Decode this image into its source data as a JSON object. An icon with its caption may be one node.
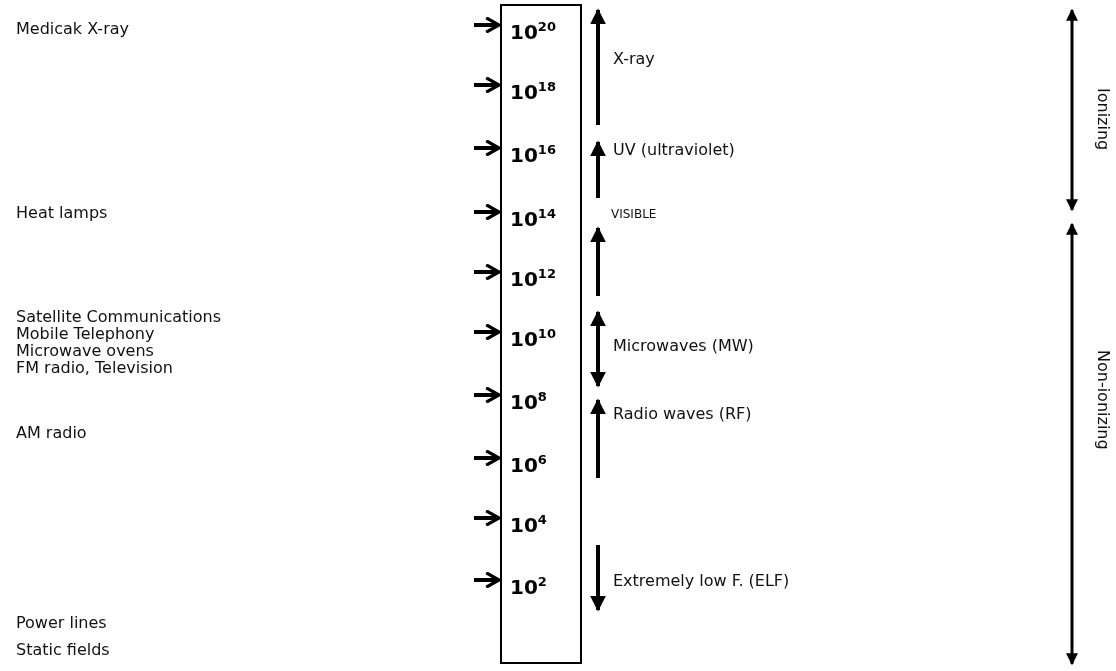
{
  "diagram": {
    "nodes": [
      {
        "text": [],
        "shape": "box"
      },
      {
        "text": [
          "10$^{20}$"
        ],
        "in": 0
      },
      {
        "text": [
          "10$^{18}$"
        ],
        "in": 0
      },
      {
        "text": [
          "10$^{16}$"
        ],
        "in": 0
      },
      {
        "text": [
          "10$^{14}$"
        ],
        "in": 0
      },
      {
        "text": [
          "10$^{12}$"
        ],
        "in": 0
      },
      {
        "text": [
          "10$^{10}$"
        ],
        "in": 0
      },
      {
        "text": [
          "10$^{8}$"
        ],
        "in": 0
      },
      {
        "text": [
          "10$^{6}$"
        ],
        "in": 0
      },
      {
        "text": [
          "10$^{4}$"
        ],
        "in": 0
      },
      {
        "text": [
          "10$^{2}$"
        ],
        "in": 0
      }
    ],
    "edges": [
      {
        "from": null,
        "to": 1,
        "arrow": "to"
      },
      {
        "from": null,
        "to": 2,
        "arrow": "to"
      },
      {
        "from": null,
        "to": 3,
        "arrow": "to"
      },
      {
        "from": null,
        "to": 4,
        "arrow": "to"
      },
      {
        "from": null,
        "to": 5,
        "arrow": "to"
      },
      {
        "from": null,
        "to": 6,
        "arrow": "to"
      },
      {
        "from": null,
        "to": 7,
        "arrow": "to"
      },
      {
        "from": null,
        "to": 8,
        "arrow": "to"
      },
      {
        "from": null,
        "to": 9,
        "arrow": "to"
      },
      {
        "from": null,
        "to": 10,
        "arrow": "to"
      }
    ],
    "labels": [
      "Medicak X-ray",
      "X-ray",
      "Ionizing",
      "UV (ultraviolet)",
      "VISIBLE",
      "Heat lamps",
      "Satellite Communications",
      "Microwaves (MW)",
      "Non-ionizing",
      "Mobile Telephony",
      "Microwave ovens",
      "FM radio, Television",
      "Radio waves (RF)",
      "AM radio",
      "Power lines",
      "Extremely low F. (ELF)",
      "Static fields"
    ]
  }
}
